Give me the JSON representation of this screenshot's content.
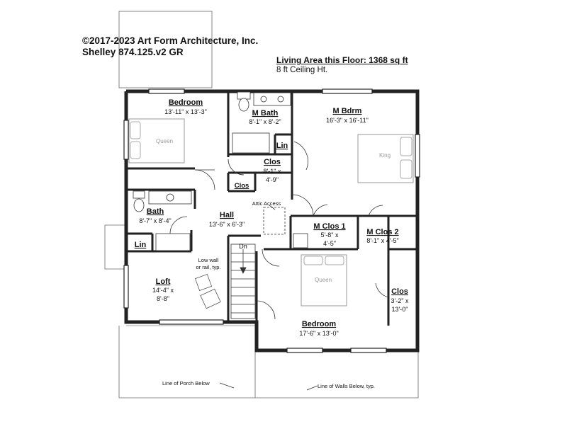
{
  "header": {
    "copyright": "©2017-2023 Art Form Architecture, Inc.",
    "plan_name": "Shelley 874.125.v2 GR",
    "living_area": "Living Area this Floor: 1368 sq ft",
    "ceiling": "8 ft Ceiling Ht."
  },
  "rooms": {
    "bedroom_nw": {
      "name": "Bedroom",
      "dim": "13'-11\" x 13'-3\""
    },
    "m_bath": {
      "name": "M Bath",
      "dim": "8'-1\" x 8'-2\""
    },
    "m_bdrm": {
      "name": "M Bdrm",
      "dim": "16'-3\" x 16'-11\""
    },
    "lin_1": {
      "name": "Lin"
    },
    "clos_1": {
      "name": "Clos",
      "dim_a": "8'-1\" x",
      "dim_b": "4'-9\""
    },
    "clos_small": {
      "name": "Clos"
    },
    "bath": {
      "name": "Bath",
      "dim": "8'-7\" x 8'-4\""
    },
    "lin_2": {
      "name": "Lin"
    },
    "hall": {
      "name": "Hall",
      "dim": "13'-6\" x 6'-3\""
    },
    "m_clos_1": {
      "name": "M Clos 1",
      "dim_a": "5'-8\" x",
      "dim_b": "4'-5\""
    },
    "m_clos_2": {
      "name": "M Clos 2",
      "dim": "8'-1\" x 4'-5\""
    },
    "loft": {
      "name": "Loft",
      "dim_a": "14'-4\" x",
      "dim_b": "8'-8\""
    },
    "clos_2": {
      "name": "Clos",
      "dim_a": "3'-2\" x",
      "dim_b": "13'-0\""
    },
    "bedroom_s": {
      "name": "Bedroom",
      "dim": "17'-6\" x 13'-0\""
    }
  },
  "notes": {
    "attic_access": "Attic Access",
    "stair_dn": "Dn",
    "low_wall_1": "Low wall",
    "low_wall_2": "or rail, typ.",
    "porch_below": "Line of Porch Below",
    "walls_below": "Line of Walls Below, typ."
  },
  "furniture": {
    "bed_queen_1": "Queen",
    "bed_king": "King",
    "bed_queen_2": "Queen"
  }
}
